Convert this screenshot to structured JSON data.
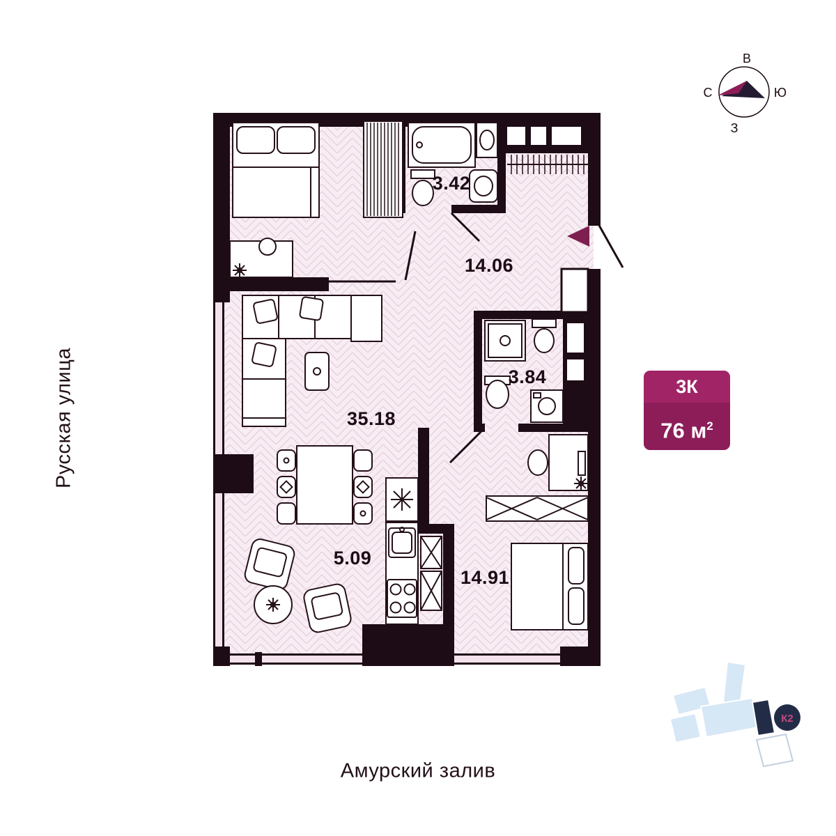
{
  "compass": {
    "north": "С",
    "east": "В",
    "south": "Ю",
    "west": "З"
  },
  "streets": {
    "left": "Русская улица",
    "bottom": "Амурский залив"
  },
  "badge": {
    "rooms": "3К",
    "area_value": "76 м",
    "area_sup": "2"
  },
  "site_plan": {
    "building_label": "К2"
  },
  "floor_plan": {
    "rooms": [
      {
        "id": "bathroom-1",
        "area": "3.42"
      },
      {
        "id": "hallway",
        "area": "14.06"
      },
      {
        "id": "bathroom-2",
        "area": "3.84"
      },
      {
        "id": "living-room",
        "area": "35.18"
      },
      {
        "id": "kitchen",
        "area": "5.09"
      },
      {
        "id": "bedroom",
        "area": "14.91"
      }
    ]
  },
  "colors": {
    "wall": "#1d0c15",
    "floor": "#f8edf3",
    "floor_hatch": "#e7d2e0",
    "accent_light": "#a12566",
    "accent_dark": "#8c1d59",
    "entrance_arrow": "#7d2050",
    "site_blue": "#d6e7f6",
    "site_dark": "#232c47"
  }
}
